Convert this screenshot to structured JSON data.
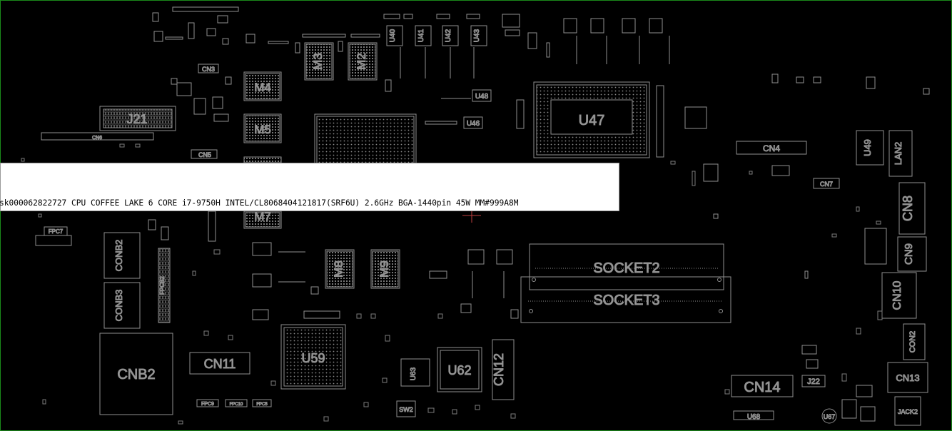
{
  "tooltip": {
    "text": "sk000062822727 CPU COFFEE LAKE 6 CORE i7-9750H INTEL/CL8068404121817(SRF6U) 2.6GHz BGA-1440pin 45W MM#999A8M"
  },
  "labels": {
    "j21": "J21",
    "cn3": "CN3",
    "cn5": "CN5",
    "cn6": "CN6",
    "m3": "M3",
    "m2": "M2",
    "m4": "M4",
    "m5": "M5",
    "m7": "M7",
    "m8": "M8",
    "m9": "M9",
    "u40": "U40",
    "u41": "U41",
    "u42": "U42",
    "u43": "U43",
    "u48": "U48",
    "u46": "U46",
    "u47": "U47",
    "u49": "U49",
    "cn4": "CN4",
    "cn7": "CN7",
    "lan2": "LAN2",
    "cn8": "CN8",
    "cn9": "CN9",
    "cn10": "CN10",
    "con2": "CON2",
    "cn13": "CN13",
    "jack2": "JACK2",
    "fpc7": "FPC7",
    "conb2": "CONB2",
    "conb3": "CONB3",
    "fpcb2": "FPCB2",
    "cnb2": "CNB2",
    "cn11": "CN11",
    "u59": "U59",
    "u63": "U63",
    "u62": "U62",
    "cn12": "CN12",
    "sw2": "SW2",
    "fpc9": "FPC9",
    "fpc10": "FPC10",
    "fpc5": "FPC5",
    "socket2": "SOCKET2",
    "socket3": "SOCKET3",
    "cn14": "CN14",
    "j22": "J22",
    "u68": "U68",
    "u67": "U67"
  }
}
